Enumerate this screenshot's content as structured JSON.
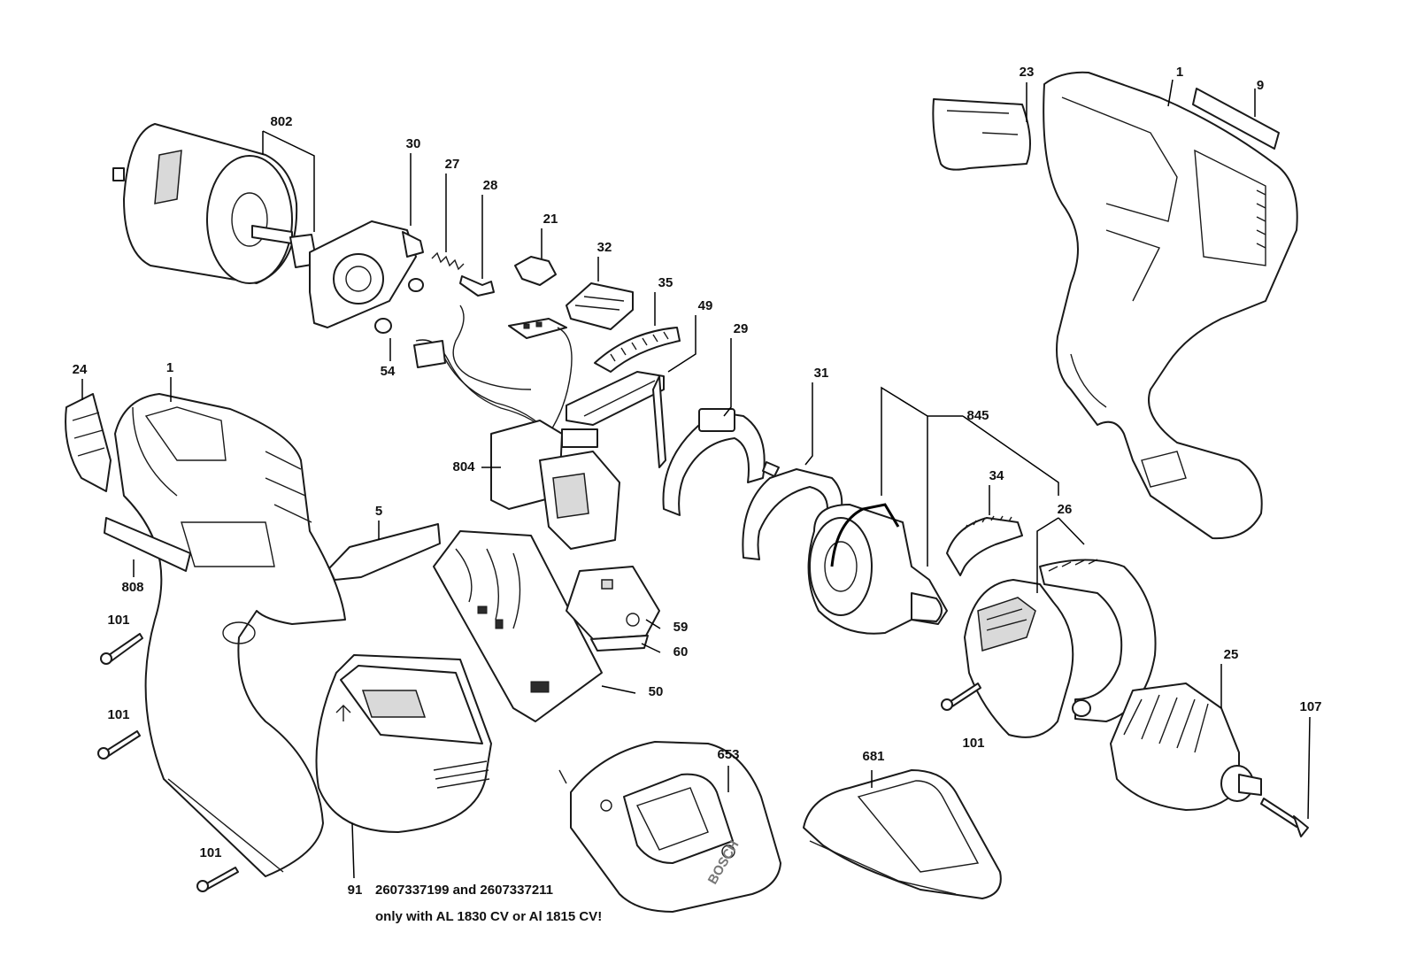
{
  "labels": {
    "p802": "802",
    "p30": "30",
    "p27": "27",
    "p28": "28",
    "p21": "21",
    "p32": "32",
    "p35": "35",
    "p49": "49",
    "p29": "29",
    "p31": "31",
    "p845": "845",
    "p34": "34",
    "p26": "26",
    "p23": "23",
    "p1_right": "1",
    "p9": "9",
    "p24": "24",
    "p1_left": "1",
    "p54": "54",
    "p804": "804",
    "p5": "5",
    "p808": "808",
    "p101_a": "101",
    "p101_b": "101",
    "p101_c": "101",
    "p101_d": "101",
    "p59": "59",
    "p60": "60",
    "p50": "50",
    "p653": "653",
    "p681": "681",
    "p25": "25",
    "p107": "107",
    "p91": "91"
  },
  "notes": {
    "battery_line1": "2607337199 and 2607337211",
    "battery_line2": "only with AL 1830 CV or Al 1815 CV!"
  },
  "charger_brand": "BOSCH"
}
